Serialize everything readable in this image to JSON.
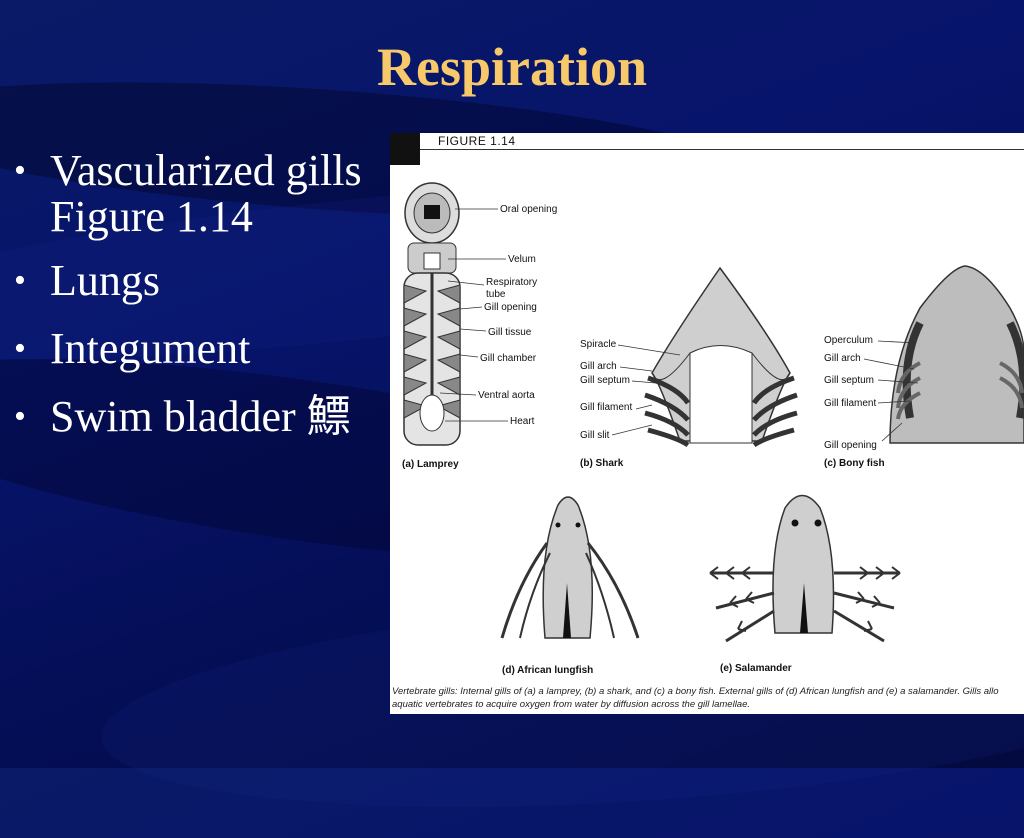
{
  "slide": {
    "title": "Respiration",
    "bullets": [
      {
        "text": "Vascularized gills Figure 1.14"
      },
      {
        "text": "Lungs"
      },
      {
        "text": "Integument"
      },
      {
        "text": "Swim bladder 鰾"
      }
    ]
  },
  "figure": {
    "header": "FIGURE 1.14",
    "panels": {
      "a": {
        "caption": "(a) Lamprey",
        "labels": [
          "Oral opening",
          "Velum",
          "Respiratory",
          "tube",
          "Gill opening",
          "Gill tissue",
          "Gill chamber",
          "Ventral aorta",
          "Heart"
        ]
      },
      "b": {
        "caption": "(b) Shark",
        "labels": [
          "Spiracle",
          "Gill arch",
          "Gill septum",
          "Gill filament",
          "Gill slit"
        ]
      },
      "c": {
        "caption": "(c) Bony fish",
        "labels": [
          "Operculum",
          "Gill arch",
          "Gill septum",
          "Gill filament",
          "Gill opening"
        ]
      },
      "d": {
        "caption": "(d) African lungfish"
      },
      "e": {
        "caption": "(e) Salamander"
      }
    },
    "caption_line1": "Vertebrate gills: Internal gills of (a) a lamprey, (b) a shark, and (c) a bony fish. External gills of (d) African lungfish and (e) a salamander. Gills allo",
    "caption_line2": "aquatic vertebrates to acquire oxygen from water by diffusion across the gill lamellae."
  },
  "colors": {
    "background": "#07146b",
    "title": "#f7c96a",
    "text": "#ffffff"
  }
}
